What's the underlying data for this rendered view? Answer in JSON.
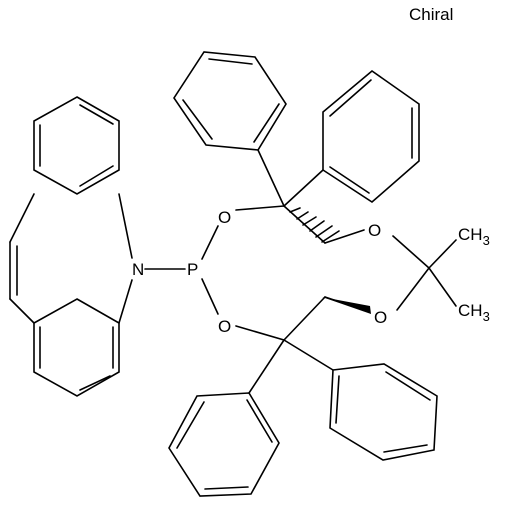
{
  "chirality_label": "Chiral",
  "atoms": {
    "nitrogen": "N",
    "phosphorus": "P",
    "oxygen_top": "O",
    "oxygen_bottom": "O",
    "oxygen_dioxolane_top": "O",
    "oxygen_dioxolane_bottom": "O"
  },
  "methyl_top": {
    "main": "CH",
    "sub": "3"
  },
  "methyl_bottom": {
    "main": "CH",
    "sub": "3"
  }
}
